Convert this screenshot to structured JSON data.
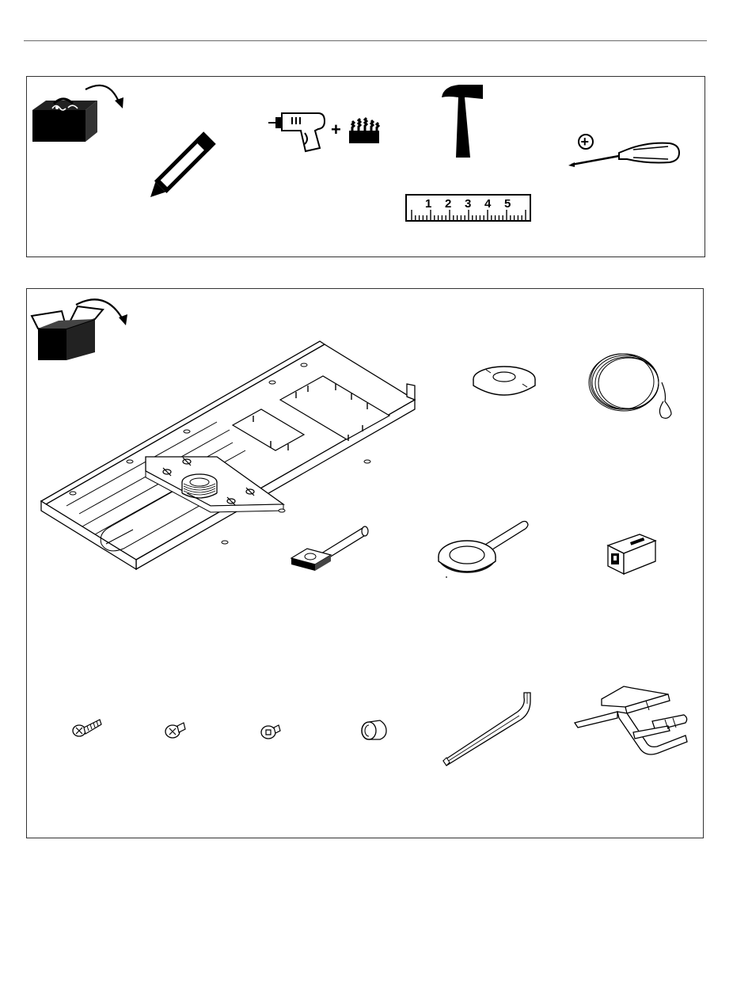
{
  "ruler": {
    "numbers": [
      "1",
      "2",
      "3",
      "4",
      "5"
    ]
  },
  "drill_combo": {
    "plus": "+"
  },
  "screwdriver": {
    "head_symbol": "+"
  }
}
